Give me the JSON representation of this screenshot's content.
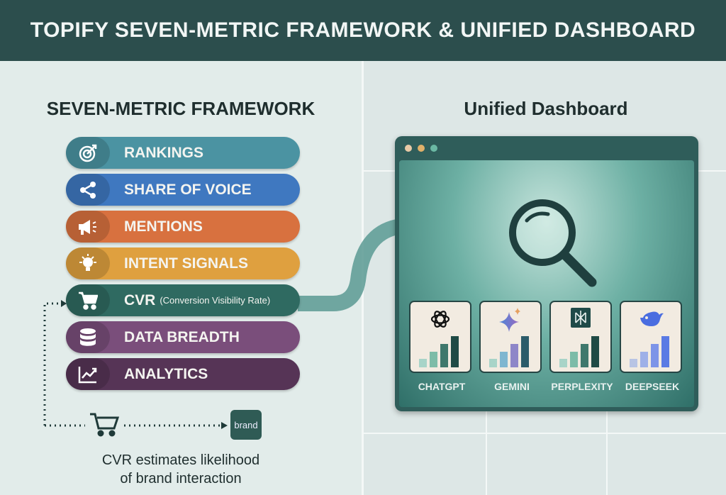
{
  "header": {
    "title": "TOPIFY SEVEN-METRIC FRAMEWORK & UNIFIED DASHBOARD"
  },
  "left": {
    "title": "SEVEN-METRIC FRAMEWORK",
    "metrics": [
      {
        "label": "RANKINGS",
        "icon": "target-icon",
        "color": "#4b93a2"
      },
      {
        "label": "SHARE OF VOICE",
        "icon": "share-icon",
        "color": "#3f78c0"
      },
      {
        "label": "MENTIONS",
        "icon": "megaphone-icon",
        "color": "#d8713f"
      },
      {
        "label": "INTENT SIGNALS",
        "icon": "lightbulb-icon",
        "color": "#dfa03f"
      },
      {
        "label": "CVR",
        "sub": "(Conversion Visibility Rate)",
        "icon": "cart-icon",
        "color": "#2f6a61"
      },
      {
        "label": "DATA BREADTH",
        "icon": "database-icon",
        "color": "#7a4e7b"
      },
      {
        "label": "ANALYTICS",
        "icon": "chart-icon",
        "color": "#563456"
      }
    ],
    "brand_label": "brand",
    "caption_line1": "CVR estimates likelihood",
    "caption_line2": "of brand interaction"
  },
  "right": {
    "title": "Unified Dashboard",
    "platforms": [
      {
        "label": "CHATGPT",
        "icon": "openai-icon"
      },
      {
        "label": "GEMINI",
        "icon": "gemini-icon"
      },
      {
        "label": "PERPLEXITY",
        "icon": "perplexity-icon"
      },
      {
        "label": "DEEPSEEK",
        "icon": "deepseek-icon"
      }
    ]
  }
}
